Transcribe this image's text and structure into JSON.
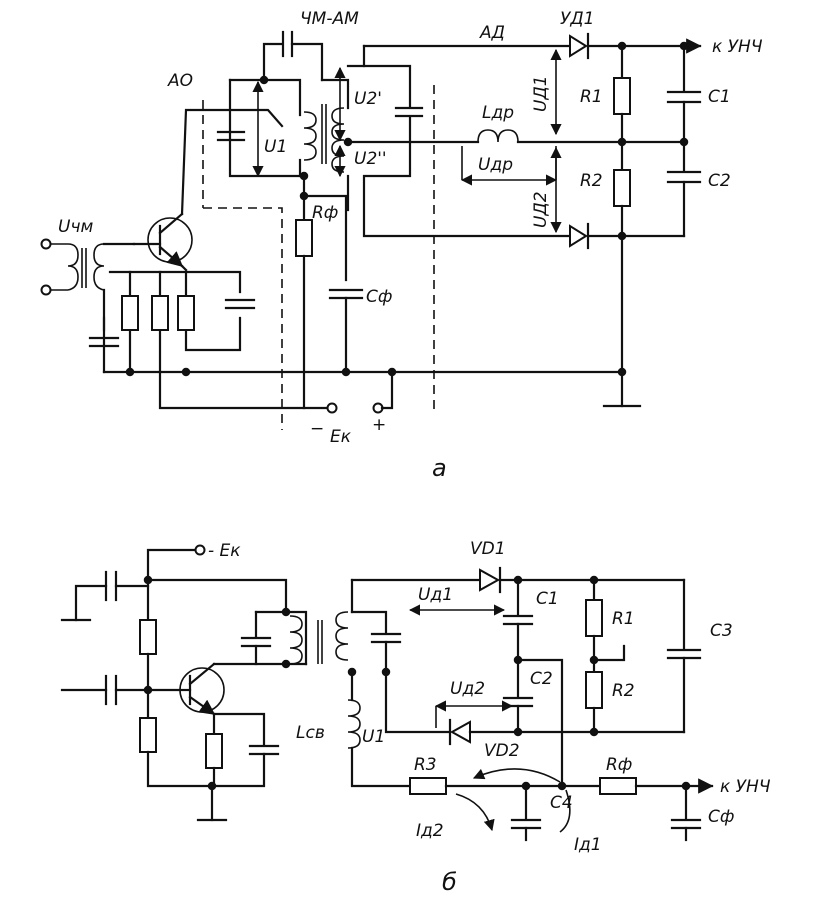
{
  "diagram_a": {
    "caption": "а",
    "sections": {
      "ao": "АО",
      "chm_am": "ЧМ-АМ",
      "ad": "АД"
    },
    "labels": {
      "u_chm": "Uчм",
      "u1": "U1",
      "u2p": "U2'",
      "u2pp": "U2''",
      "l_dr": "Lдр",
      "u_dr": "Uдр",
      "ud1": "UД1",
      "ud2": "UД2",
      "vd1": "УД1",
      "r1": "R1",
      "r2": "R2",
      "c1": "С1",
      "c2": "С2",
      "r_f": "Rф",
      "c_f": "Сф",
      "e_k": "Eк",
      "minus": "−",
      "plus": "+",
      "out": "к УНЧ"
    }
  },
  "diagram_b": {
    "caption": "б",
    "labels": {
      "e_k": "- Eк",
      "vd1": "VD1",
      "vd2": "VD2",
      "ud1": "Uд1",
      "ud2": "Uд2",
      "c1": "C1",
      "c2": "C2",
      "c3": "C3",
      "c4": "C4",
      "r1": "R1",
      "r2": "R2",
      "r3": "R3",
      "r_f": "Rф",
      "c_f": "Сф",
      "l_sv": "Lсв",
      "u1": "U1",
      "id1": "Iд1",
      "id2": "Iд2",
      "out": "к УНЧ"
    }
  }
}
